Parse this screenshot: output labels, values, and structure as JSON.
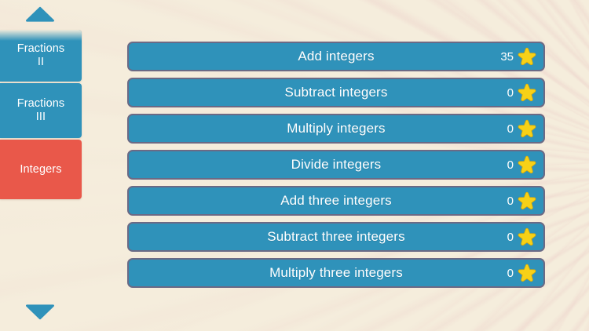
{
  "theme": {
    "background": "#f5eddc",
    "accent_blue": "#2f92ba",
    "accent_red": "#e9584a",
    "button_border": "#6b6a85",
    "star_gold": "#f7d117",
    "text_on_accent": "#ffffff"
  },
  "sidebar": {
    "scroll_up": {
      "icon": "triangle-up-icon",
      "label": "Scroll up"
    },
    "scroll_down": {
      "icon": "triangle-down-icon",
      "label": "Scroll down"
    },
    "items": [
      {
        "label": "Fractions\nII",
        "color": "blue",
        "selected": false
      },
      {
        "label": "Fractions\nIII",
        "color": "blue",
        "selected": false
      },
      {
        "label": "Integers",
        "color": "red",
        "selected": true
      }
    ]
  },
  "main": {
    "lessons": [
      {
        "title": "Add integers",
        "score": "35",
        "star": "star-icon"
      },
      {
        "title": "Subtract integers",
        "score": "0",
        "star": "star-icon"
      },
      {
        "title": "Multiply integers",
        "score": "0",
        "star": "star-icon"
      },
      {
        "title": "Divide integers",
        "score": "0",
        "star": "star-icon"
      },
      {
        "title": "Add three integers",
        "score": "0",
        "star": "star-icon"
      },
      {
        "title": "Subtract three integers",
        "score": "0",
        "star": "star-icon"
      },
      {
        "title": "Multiply three integers",
        "score": "0",
        "star": "star-icon"
      }
    ]
  }
}
